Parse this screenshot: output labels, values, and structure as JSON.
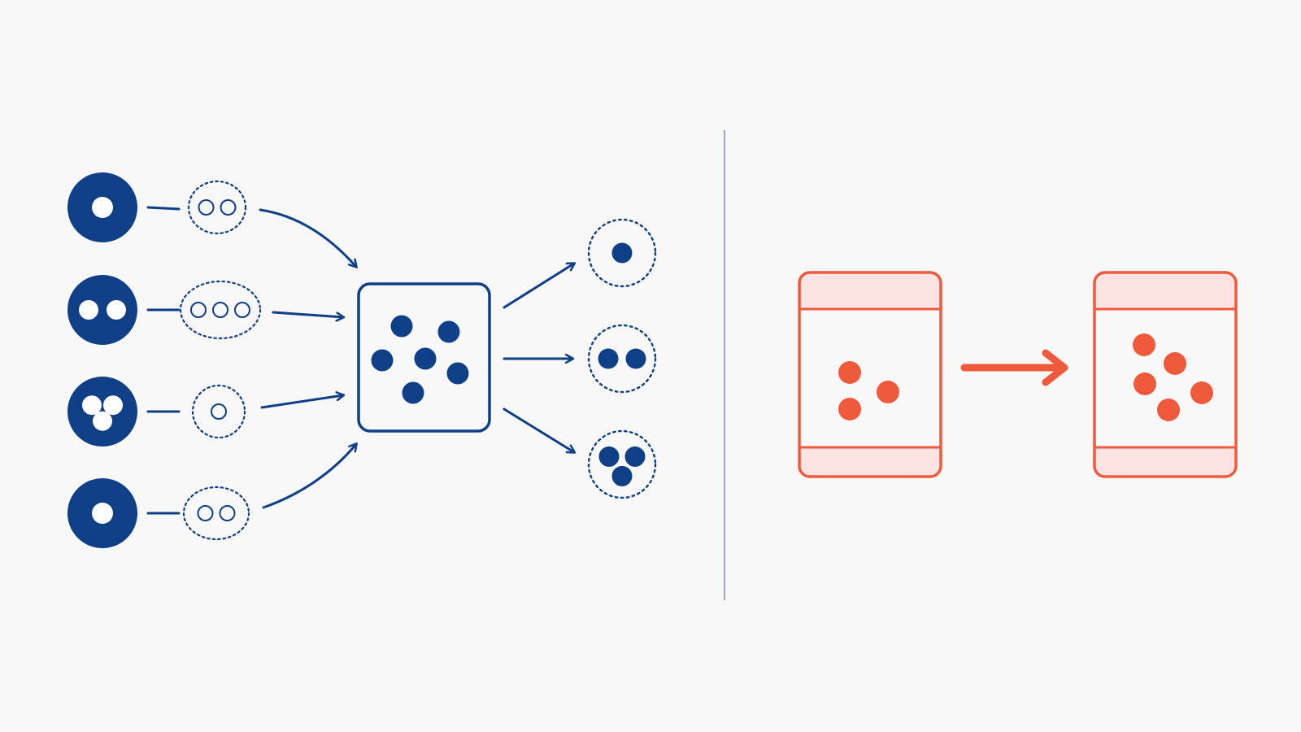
{
  "colors": {
    "background": "#f8f8f8",
    "blue": "#0e3f87",
    "blue_light": "#ffffff",
    "red": "#f05a3c",
    "red_tint": "#fde4e2",
    "divider": "#9aa6b8"
  },
  "left_panel": {
    "sources": [
      {
        "inner_dots": 1,
        "packet_dots": 2
      },
      {
        "inner_dots": 2,
        "packet_dots": 3
      },
      {
        "inner_dots": 3,
        "packet_dots": 1
      },
      {
        "inner_dots": 1,
        "packet_dots": 2
      }
    ],
    "hub": {
      "dots": 6
    },
    "outputs": [
      {
        "dots": 1
      },
      {
        "dots": 2
      },
      {
        "dots": 3
      }
    ]
  },
  "right_panel": {
    "containers": [
      {
        "dots": 3
      },
      {
        "dots": 5
      }
    ]
  }
}
